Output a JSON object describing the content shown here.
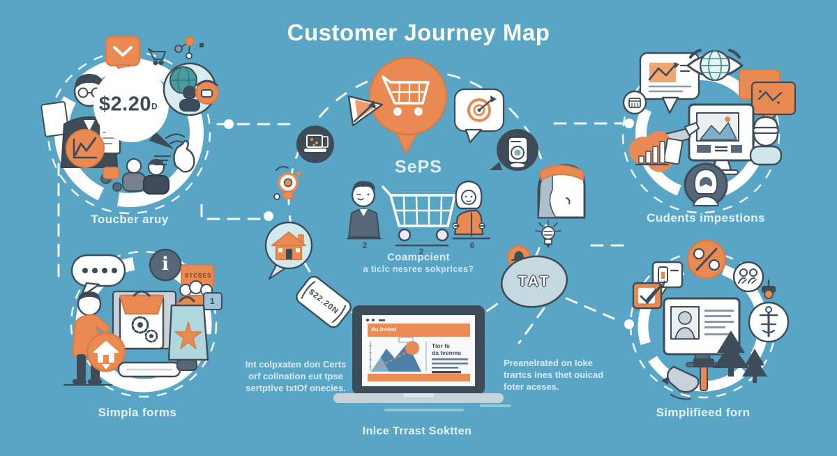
{
  "title": "Customer Journey Map",
  "colors": {
    "background": "#58A5C5",
    "accent_orange": "#E98A53",
    "accent_orange_dark": "#D97B45",
    "dark_slate": "#3E4C59",
    "ring_white": "#FFFFFF",
    "light_blue": "#CFE9ED",
    "label_text": "#E7F3F8"
  },
  "clusters": {
    "top_left": {
      "label": "Toucber aruy",
      "price_bubble": {
        "amount": "$2.20",
        "suffix": "D"
      }
    },
    "bottom_left": {
      "label": "Simpla forms",
      "badge_text": "STCBES",
      "badge_number": "1",
      "info_glyph": "i"
    },
    "center": {
      "heading": "SePS",
      "caption_line1": "Coampcient",
      "caption_line2": "a ticlc nesree sokprlces?",
      "figure_counts": [
        "2",
        "2",
        "6"
      ],
      "tat_text": "TAT",
      "price_tag": "$22.20N"
    },
    "top_right": {
      "label": "Cudents impestions"
    },
    "bottom_right": {
      "label": "Simplifieed forn"
    }
  },
  "laptop": {
    "header_text": "Au.lnvent",
    "panel_title_line1": "Tior fe",
    "panel_title_line2": "da tvenme",
    "label": "Inlce Trrast Soktten"
  },
  "notes": {
    "left": {
      "line1": "Int colpxaten don Certs",
      "line2": "orf colination eut tpse",
      "line3": "sertptive txtOf onecies."
    },
    "right": {
      "line1": "Preanelrated on Ioke",
      "line2": "trartcs ines thet ouicad",
      "line3": "foter aceses."
    }
  },
  "icons": {
    "researcher-icon": "person-with-clipboard",
    "price-speech-bubble": "speech-circle",
    "chevron-bubble-icon": "orange-chevron-bubble",
    "mini-cart-icon": "cart-outline",
    "network-nodes-icon": "connected-dots",
    "globe-headset-icon": "support-globe",
    "line-chart-icon": "trend-line",
    "team-desk-icon": "two-people-desk",
    "tap-hand-icon": "pointing-hand",
    "dots-speech-icon": "typing-bubble",
    "info-icon": "letter-i-circle",
    "coupon-people-icon": "group-with-badge",
    "shopper-icon": "standing-person",
    "gear-bag-icon": "bag-with-gears",
    "house-circle-icon": "house",
    "star-tote-icon": "tote-with-star",
    "tray-icon": "keyboard-tray",
    "cart-bubble-icon": "shopping-cart-bubble",
    "flag-arrow-icon": "pennant-arrow",
    "target-bubble-icon": "dart-target-bubble",
    "laptop-chip-icon": "laptop-in-circle",
    "idea-bulb-icon": "lightbulb",
    "home-bubble-icon": "house-bubble",
    "washer-bubble-icon": "appliance-bubble",
    "profile-head-icon": "head-with-band",
    "spark-bulb-icon": "small-bulb",
    "bell-icon": "bell",
    "buyer-icon": "man-figure",
    "big-cart-icon": "shopping-cart",
    "customer-icon": "woman-figure",
    "chart-bubble-icon": "report-bubble",
    "eye-globe-icon": "eye-with-globe",
    "chat-pair-icon": "feedback-bubbles",
    "calendar-chip-icon": "calendar-circle",
    "robot-monitor-icon": "monitor-with-pointer-arm",
    "bar-chart-blob-icon": "bar-chart-cloud",
    "hat-person-icon": "person-with-cap",
    "avatar-chip-icon": "user-avatar-circle",
    "percent-icon": "percent-circle",
    "doc-bubble-icon": "document-bubble",
    "checkbox-icon": "checked-box-pencil",
    "people-chip-icon": "user-group-circle",
    "bolt-chip-icon": "screw-tool-circle",
    "profile-monitor-icon": "id-card-screen",
    "hammer-hand-icon": "hand-with-hammer",
    "pine-trees-icon": "pine-trees",
    "laptop-device-icon": "laptop-with-chart"
  }
}
